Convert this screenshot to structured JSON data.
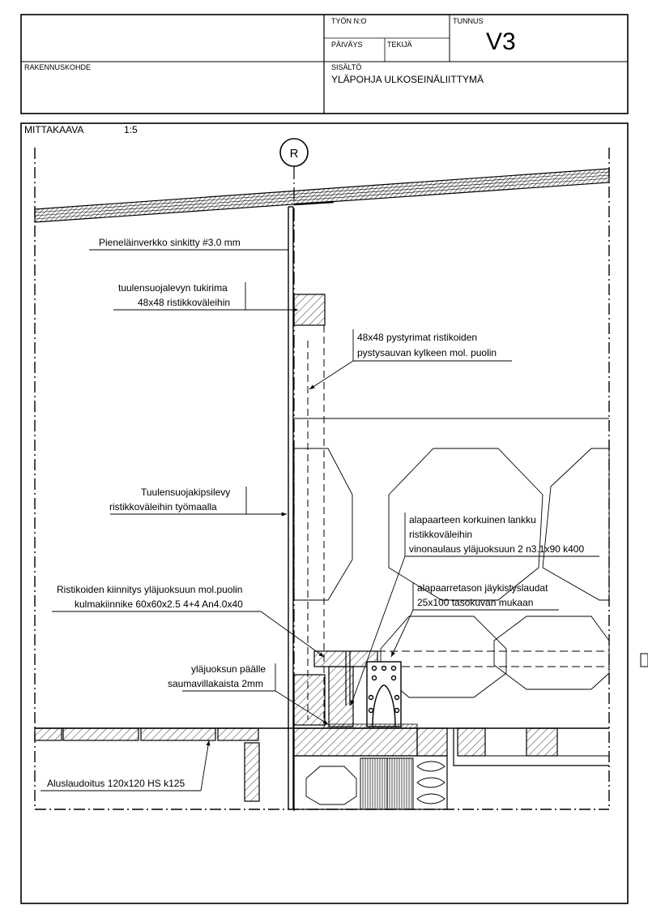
{
  "title_block": {
    "tyon_no_label": "TYÖN N:O",
    "tunnus_label": "TUNNUS",
    "tunnus_value": "V3",
    "paivays_label": "PÄIVÄYS",
    "tekija_label": "TEKIJÄ",
    "rakennuskohde_label": "RAKENNUSKOHDE",
    "sisalto_label": "SISÄLTÖ",
    "sisalto_value": "YLÄPOHJA ULKOSEINÄLIITTYMÄ"
  },
  "scale": {
    "label": "MITTAKAAVA",
    "value": "1:5"
  },
  "grid_marker": "R",
  "annotations": {
    "pienelainverkko": "Pieneläinverkko sinkitty #3.0 mm",
    "tukirima_1": "tuulensuojalevyn tukirima",
    "tukirima_2": "48x48 ristikkoväleihin",
    "pystyrimat_1": "48x48 pystyrimat ristikoiden",
    "pystyrimat_2": "pystysauvan kylkeen mol. puolin",
    "kipsilevy_1": "Tuulensuojakipsilevy",
    "kipsilevy_2": "ristikkoväleihin työmaalla",
    "lankku_1": "alapaarteen korkuinen lankku",
    "lankku_2": "ristikkoväleihin",
    "lankku_3": "vinonaulaus yläjuoksuun 2 n3.1x90 k400",
    "jaykistys_1": "alapaarretason jäykistyslaudat",
    "jaykistys_2": "25x100 tasokuvan mukaan",
    "kiinnitys_1": "Ristikoiden kiinnitys yläjuoksuun mol.puolin",
    "kiinnitys_2": "kulmakiinnike 60x60x2.5 4+4 An4.0x40",
    "villakaista_1": "yläjuoksun päälle",
    "villakaista_2": "saumavillakaista 2mm",
    "aluslaudoitus": "Aluslaudoitus 120x120 HS k125"
  }
}
